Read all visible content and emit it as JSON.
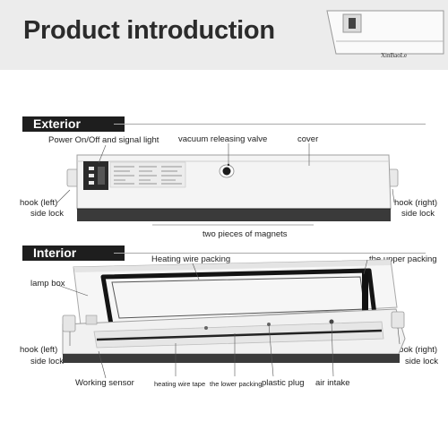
{
  "header": {
    "title": "Product introduction",
    "thumbnail_brand": "XinBaoLe"
  },
  "exterior": {
    "section_title": "Exterior",
    "labels": {
      "power": "Power On/Off and signal light",
      "valve": "vacuum releasing valve",
      "cover": "cover",
      "hook_left_1": "hook (left)",
      "hook_left_2": "side lock",
      "hook_right_1": "hook (right)",
      "hook_right_2": "side lock",
      "magnets": "two pieces of magnets"
    }
  },
  "interior": {
    "section_title": "Interior",
    "labels": {
      "heating_packing": "Heating wire packing",
      "upper_packing": "the upper packing",
      "lamp_box": "lamp box",
      "hook_left_1": "hook (left)",
      "hook_left_2": "side lock",
      "hook_right_1": "hook (right)",
      "hook_right_2": "side lock",
      "working_sensor": "Working sensor",
      "heating_tape": "heating wire tape",
      "lower_packing": "the lower packing",
      "plastic_plug": "plastic plug",
      "air_intake": "air intake"
    }
  },
  "colors": {
    "header_bg": "#ececec",
    "tab_bg": "#1e1e1e",
    "body_shell": "#f3f3f3",
    "base": "#3a3a3a",
    "gasket": "#1a1a1a"
  }
}
